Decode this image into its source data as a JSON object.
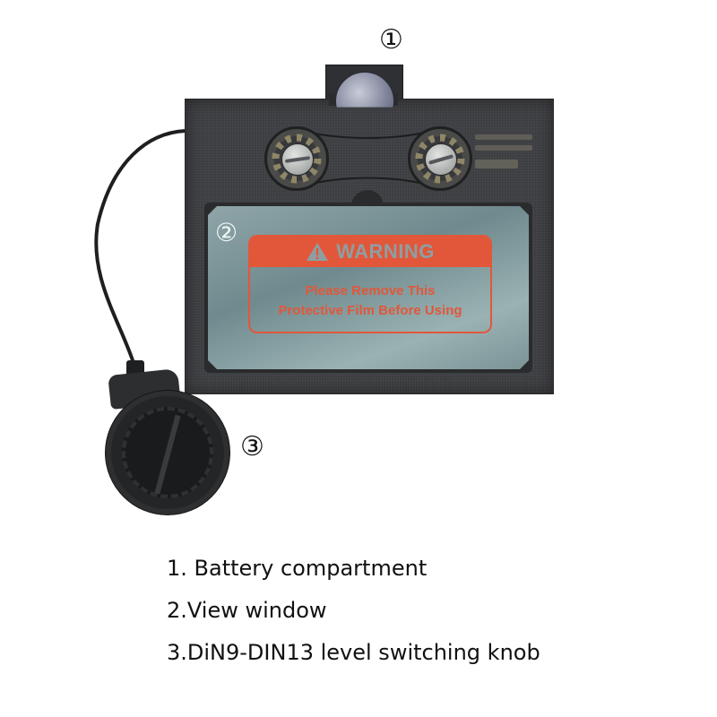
{
  "callouts": {
    "battery": "①",
    "window": "②",
    "knob": "③"
  },
  "warning_label": {
    "title": "WARNING",
    "line1": "Please Remove This",
    "line2": "Protective Film Before Using",
    "accent_color": "#e2573a"
  },
  "legend": {
    "items": [
      {
        "label": "1. Battery compartment"
      },
      {
        "label": "2.View window"
      },
      {
        "label": "3.DiN9-DIN13 level switching knob"
      }
    ]
  },
  "colors": {
    "body": "#3d3e41",
    "lens": "#8fa5a8",
    "background": "#ffffff"
  }
}
